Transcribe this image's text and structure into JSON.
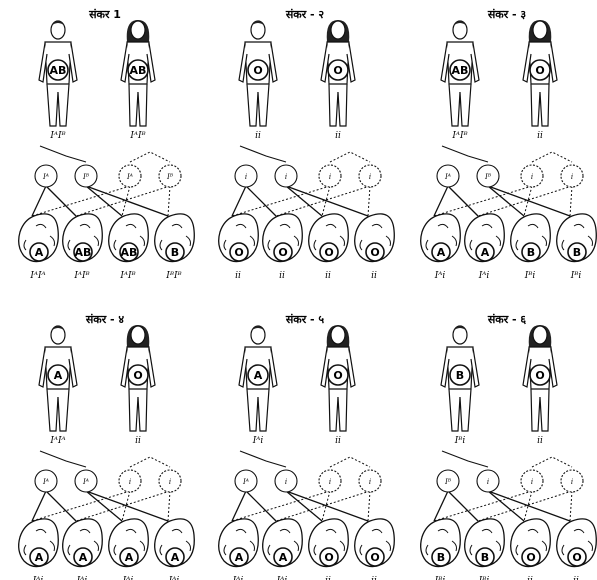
{
  "crosses": [
    {
      "title": "संकर 1",
      "father": {
        "blood_group": "AB",
        "genotype": "IᴬIᴮ"
      },
      "mother": {
        "blood_group": "AB",
        "genotype": "IᴬIᴮ"
      },
      "father_gametes": [
        "Iᴬ",
        "Iᴮ"
      ],
      "mother_gametes": [
        "Iᴬ",
        "Iᴮ"
      ],
      "offspring": [
        {
          "blood_group": "A",
          "genotype": "IᴬIᴬ"
        },
        {
          "blood_group": "AB",
          "genotype": "IᴬIᴮ"
        },
        {
          "blood_group": "AB",
          "genotype": "IᴬIᴮ"
        },
        {
          "blood_group": "B",
          "genotype": "IᴮIᴮ"
        }
      ]
    },
    {
      "title": "संकर - २",
      "father": {
        "blood_group": "O",
        "genotype": "ii"
      },
      "mother": {
        "blood_group": "O",
        "genotype": "ii"
      },
      "father_gametes": [
        "i",
        "i"
      ],
      "mother_gametes": [
        "i",
        "i"
      ],
      "offspring": [
        {
          "blood_group": "O",
          "genotype": "ii"
        },
        {
          "blood_group": "O",
          "genotype": "ii"
        },
        {
          "blood_group": "O",
          "genotype": "ii"
        },
        {
          "blood_group": "O",
          "genotype": "ii"
        }
      ]
    },
    {
      "title": "संकर - ३",
      "father": {
        "blood_group": "AB",
        "genotype": "IᴬIᴮ"
      },
      "mother": {
        "blood_group": "O",
        "genotype": "ii"
      },
      "father_gametes": [
        "Iᴬ",
        "Iᴮ"
      ],
      "mother_gametes": [
        "i",
        "i"
      ],
      "offspring": [
        {
          "blood_group": "A",
          "genotype": "Iᴬi"
        },
        {
          "blood_group": "A",
          "genotype": "Iᴬi"
        },
        {
          "blood_group": "B",
          "genotype": "Iᴮi"
        },
        {
          "blood_group": "B",
          "genotype": "Iᴮi"
        }
      ]
    },
    {
      "title": "संकर - ४",
      "father": {
        "blood_group": "A",
        "genotype": "IᴬIᴬ"
      },
      "mother": {
        "blood_group": "O",
        "genotype": "ii"
      },
      "father_gametes": [
        "Iᴬ",
        "Iᴬ"
      ],
      "mother_gametes": [
        "i",
        "i"
      ],
      "offspring": [
        {
          "blood_group": "A",
          "genotype": "Iᴬi"
        },
        {
          "blood_group": "A",
          "genotype": "Iᴬi"
        },
        {
          "blood_group": "A",
          "genotype": "Iᴬi"
        },
        {
          "blood_group": "A",
          "genotype": "Iᴬi"
        }
      ]
    },
    {
      "title": "संकर - ५",
      "father": {
        "blood_group": "A",
        "genotype": "Iᴬi"
      },
      "mother": {
        "blood_group": "O",
        "genotype": "ii"
      },
      "father_gametes": [
        "Iᴬ",
        "i"
      ],
      "mother_gametes": [
        "i",
        "i"
      ],
      "offspring": [
        {
          "blood_group": "A",
          "genotype": "Iᴬi"
        },
        {
          "blood_group": "A",
          "genotype": "Iᴬi"
        },
        {
          "blood_group": "O",
          "genotype": "ii"
        },
        {
          "blood_group": "O",
          "genotype": "ii"
        }
      ]
    },
    {
      "title": "संकर - ६",
      "father": {
        "blood_group": "B",
        "genotype": "Iᴮi"
      },
      "mother": {
        "blood_group": "O",
        "genotype": "ii"
      },
      "father_gametes": [
        "Iᴮ",
        "i"
      ],
      "mother_gametes": [
        "i",
        "i"
      ],
      "offspring": [
        {
          "blood_group": "B",
          "genotype": "Iᴮi"
        },
        {
          "blood_group": "B",
          "genotype": "Iᴮi"
        },
        {
          "blood_group": "O",
          "genotype": "ii"
        },
        {
          "blood_group": "O",
          "genotype": "ii"
        }
      ]
    }
  ]
}
